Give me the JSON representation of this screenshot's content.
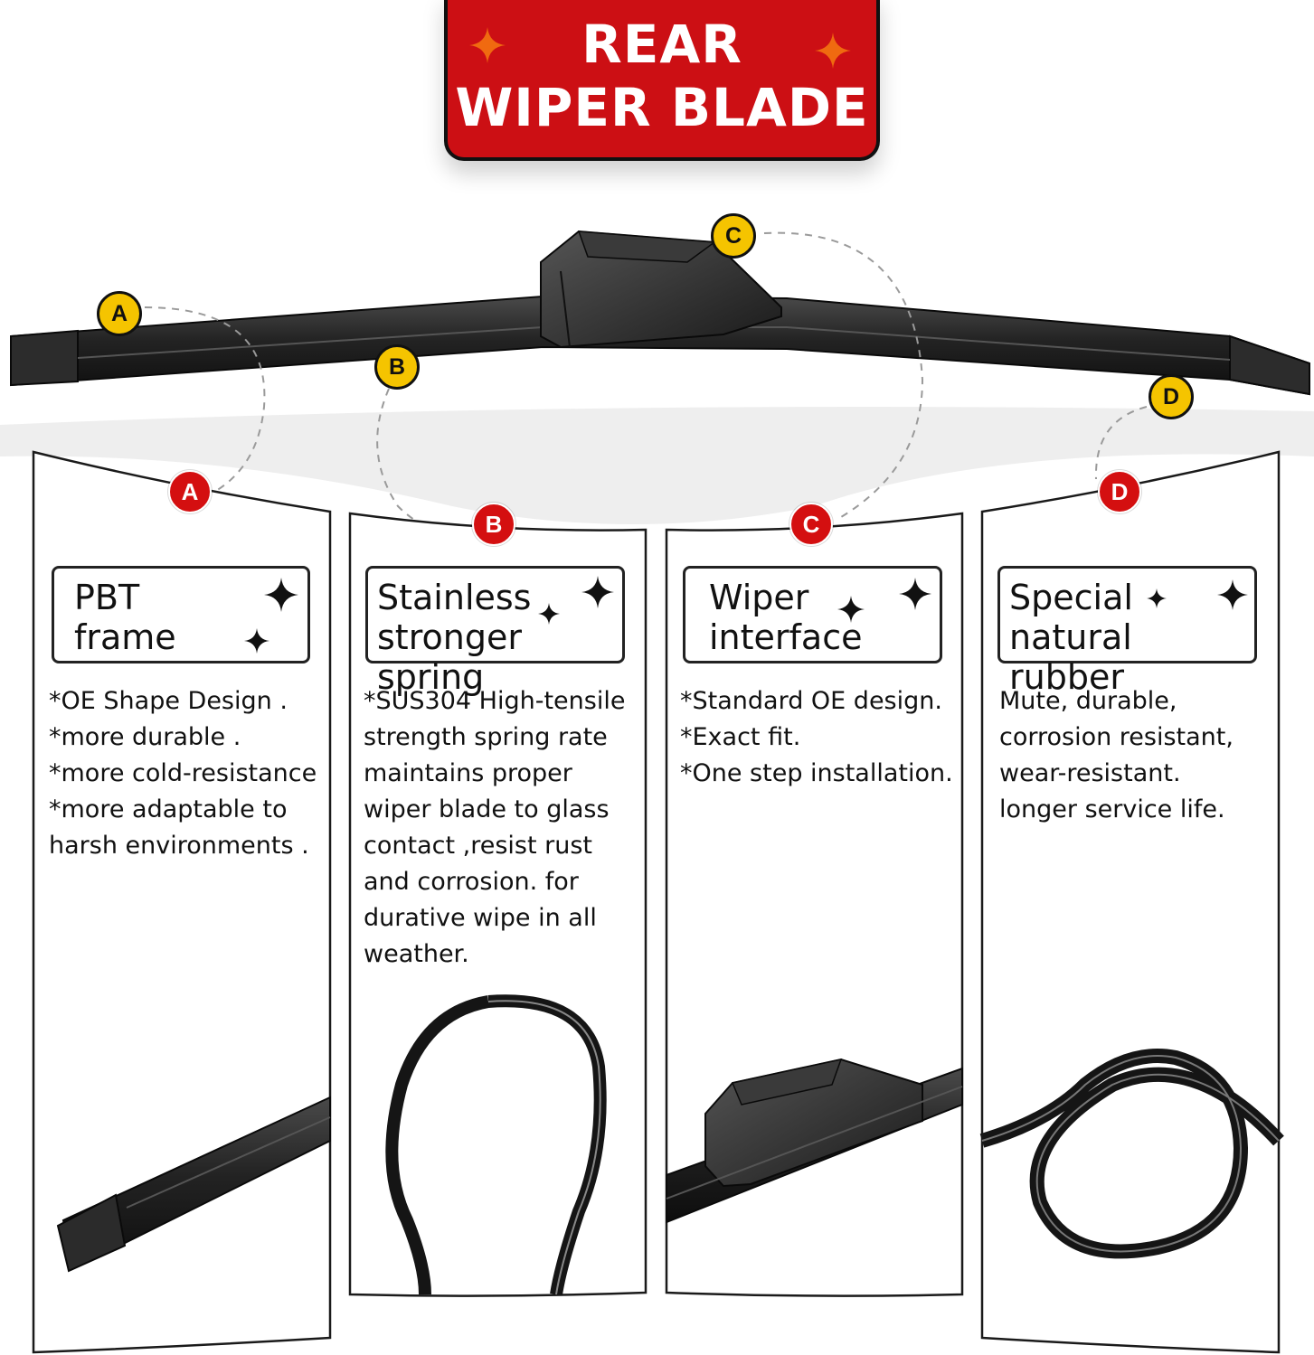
{
  "title": {
    "line1": "REAR",
    "line2": "WIPER BLADE"
  },
  "colors": {
    "brand_red": "#cc0f14",
    "callout_yellow": "#f5c400",
    "sparkle_orange": "#f06a10",
    "blade_black": "#1b1b1b"
  },
  "callouts": [
    {
      "letter": "A"
    },
    {
      "letter": "B"
    },
    {
      "letter": "C"
    },
    {
      "letter": "D"
    }
  ],
  "panels": [
    {
      "letter": "A",
      "heading": [
        "PBT",
        "frame"
      ],
      "lines": [
        "*OE Shape Design .",
        "*more durable .",
        "*more cold-resistance",
        "*more adaptable to",
        "harsh environments ."
      ],
      "image": "blade-end-cap"
    },
    {
      "letter": "B",
      "heading": [
        "Stainless",
        "stronger spring"
      ],
      "lines": [
        "*SUS304 High-tensile",
        "strength spring rate",
        "maintains proper",
        "wiper blade to glass",
        "contact ,resist rust",
        "and corrosion. for",
        "durative wipe in all",
        "weather."
      ],
      "image": "steel-spring-loop"
    },
    {
      "letter": "C",
      "heading": [
        "Wiper",
        "interface"
      ],
      "lines": [
        "*Standard OE design.",
        "*Exact fit.",
        "*One step installation."
      ],
      "image": "connector-mount"
    },
    {
      "letter": "D",
      "heading": [
        "Special",
        "natural rubber"
      ],
      "lines": [
        "Mute, durable,",
        "corrosion resistant,",
        "wear-resistant.",
        "longer service life."
      ],
      "image": "rubber-strip-loop"
    }
  ]
}
